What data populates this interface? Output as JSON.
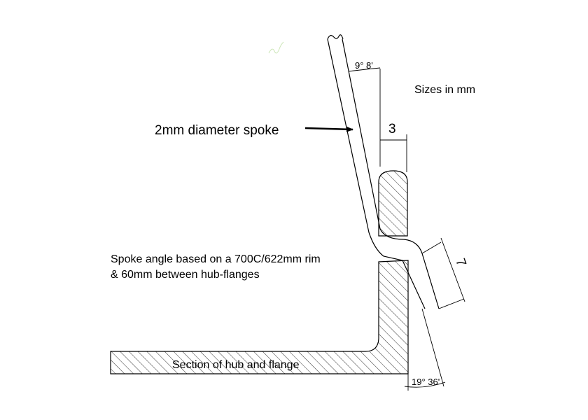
{
  "labels": {
    "spoke": "2mm diameter spoke",
    "sizes": "Sizes in mm",
    "note_line1": "Spoke angle based on a 700C/622mm rim",
    "note_line2": "& 60mm between hub-flanges",
    "section": "Section of hub and flange"
  },
  "dimensions": {
    "top_angle": "9° 8'",
    "width": "3",
    "length": "7",
    "bottom_angle": "19° 36'"
  },
  "colors": {
    "ink": "#000000",
    "hatch": "#000000",
    "background": "#ffffff"
  }
}
